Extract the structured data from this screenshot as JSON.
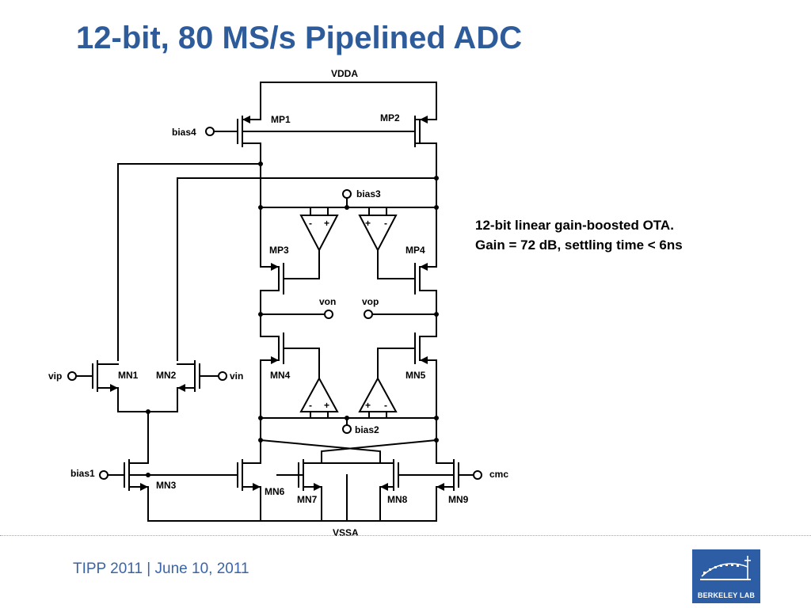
{
  "slide": {
    "title": "12-bit, 80 MS/s Pipelined ADC",
    "note_lines": [
      "12-bit linear gain-boosted OTA.",
      "Gain = 72 dB, settling time < 6ns"
    ],
    "footer": "TIPP 2011 | June 10, 2011",
    "logo_text": "BERKELEY LAB",
    "colors": {
      "title": "#2e5c9a",
      "footer": "#3a64a8",
      "logo_bg": "#2d5ea5"
    }
  },
  "schematic": {
    "rails": {
      "supply": "VDDA",
      "ground": "VSSA"
    },
    "ports": {
      "bias4": "bias4",
      "bias3": "bias3",
      "bias2": "bias2",
      "bias1": "bias1",
      "vip": "vip",
      "vin": "vin",
      "von": "von",
      "vop": "vop",
      "cmc": "cmc"
    },
    "devices": {
      "mp1": "MP1",
      "mp2": "MP2",
      "mp3": "MP3",
      "mp4": "MP4",
      "mn1": "MN1",
      "mn2": "MN2",
      "mn3": "MN3",
      "mn4": "MN4",
      "mn5": "MN5",
      "mn6": "MN6",
      "mn7": "MN7",
      "mn8": "MN8",
      "mn9": "MN9"
    },
    "amp_signs": {
      "plus": "+",
      "minus": "-"
    }
  }
}
